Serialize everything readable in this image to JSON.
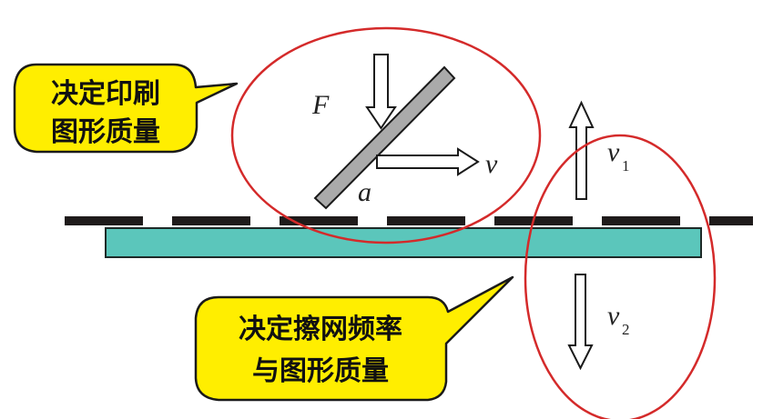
{
  "diagram": {
    "title": "Screen printing squeegee and snap-off diagram",
    "callouts": [
      {
        "lines": [
          "决定印刷",
          "图形质量"
        ]
      },
      {
        "lines": [
          "决定擦网频率",
          "与图形质量"
        ]
      }
    ],
    "labels": {
      "force": "F",
      "velocity": "v",
      "angle": "a",
      "v1_main": "v",
      "v1_sub": "1",
      "v2_main": "v",
      "v2_sub": "2"
    },
    "colors": {
      "callout_fill": "#ffee00",
      "callout_stroke": "#1a1a1a",
      "ellipse_stroke": "#d42a2a",
      "substrate_fill": "#5bc6bb",
      "screen_dash": "#1f1b1b",
      "squeegee_fill": "#aaaaaa"
    }
  }
}
